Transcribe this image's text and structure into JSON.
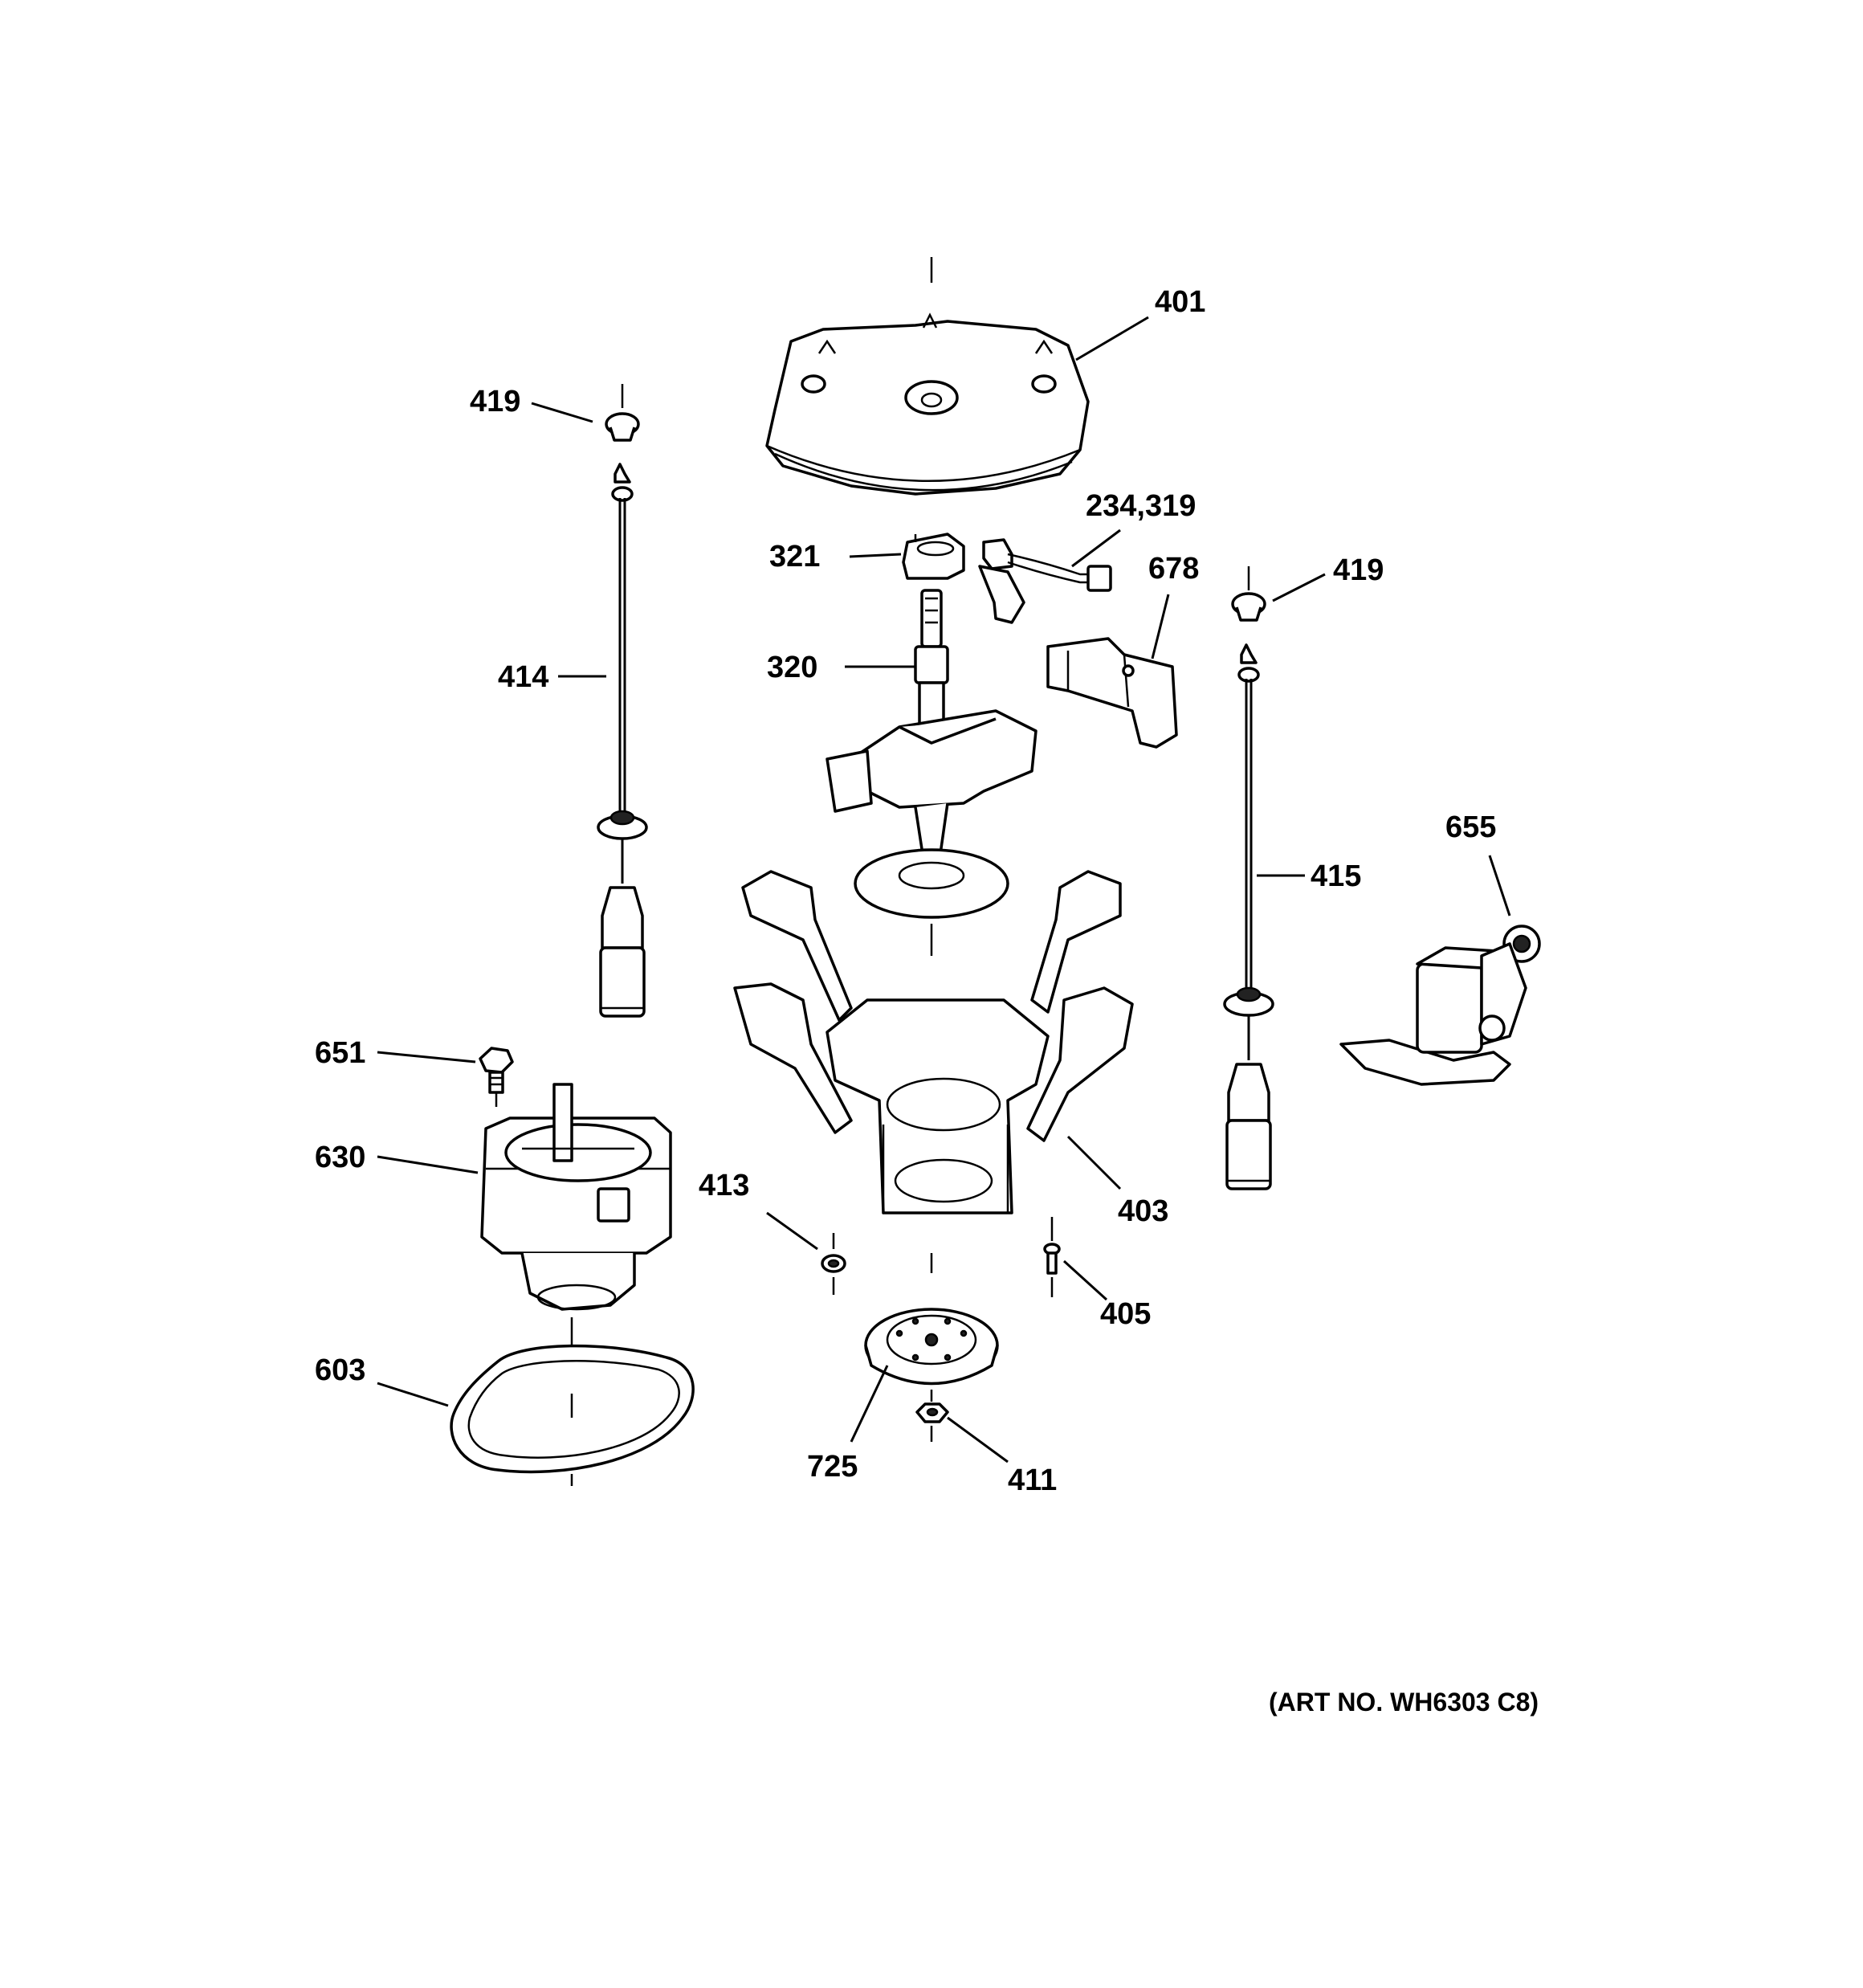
{
  "labels": {
    "p401": "401",
    "p419a": "419",
    "p419b": "419",
    "p234_319": "234,319",
    "p321": "321",
    "p678": "678",
    "p320": "320",
    "p414": "414",
    "p415": "415",
    "p655": "655",
    "p651": "651",
    "p630": "630",
    "p413": "413",
    "p403": "403",
    "p405": "405",
    "p603": "603",
    "p725": "725",
    "p411": "411"
  },
  "art_number": "(ART NO. WH6303 C8)"
}
